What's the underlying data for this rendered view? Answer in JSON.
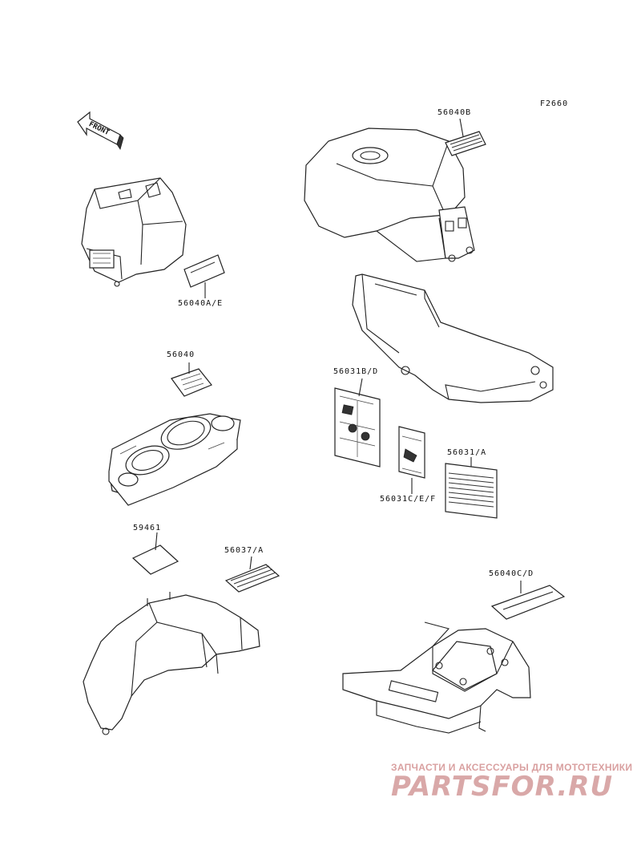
{
  "figure_code": "F2660",
  "front_arrow_text": "FRONT",
  "parts": [
    {
      "id": "56040B",
      "label": "56040B"
    },
    {
      "id": "56040A/E",
      "label": "56040A/E"
    },
    {
      "id": "56040",
      "label": "56040"
    },
    {
      "id": "56031B/D",
      "label": "56031B/D"
    },
    {
      "id": "56031/A",
      "label": "56031/A"
    },
    {
      "id": "56031C/E/F",
      "label": "56031C/E/F"
    },
    {
      "id": "59461",
      "label": "59461"
    },
    {
      "id": "56037/A",
      "label": "56037/A"
    },
    {
      "id": "56040C/D",
      "label": "56040C/D"
    }
  ],
  "watermark": {
    "tagline": "ЗАПЧАСТИ И АКСЕССУАРЫ ДЛЯ МОТОТЕХНИКИ",
    "logo": "PARTSFOR.RU"
  }
}
